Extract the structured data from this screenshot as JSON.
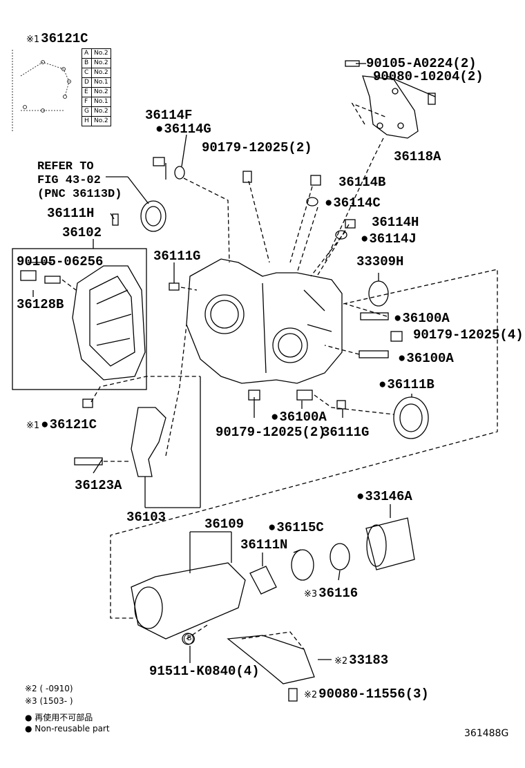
{
  "figure_code": "361488G",
  "bolt_table_title": "36121C",
  "bolt_table_marker": "※1",
  "bolt_table": [
    [
      "A",
      "No.2"
    ],
    [
      "B",
      "No.2"
    ],
    [
      "C",
      "No.2"
    ],
    [
      "D",
      "No.1"
    ],
    [
      "E",
      "No.2"
    ],
    [
      "F",
      "No.1"
    ],
    [
      "G",
      "No.2"
    ],
    [
      "H",
      "No.2"
    ]
  ],
  "refer": [
    "REFER TO",
    "FIG 43-02",
    "(PNC 36113D)"
  ],
  "parts": {
    "p90105a": "90105-A0224(2)",
    "p90080_10204": "90080-10204(2)",
    "p36118a": "36118A",
    "p36114f": "36114F",
    "p36114g": "36114G",
    "p90179_top": "90179-12025(2)",
    "p36114b": "36114B",
    "p36114c": "36114C",
    "p36114h": "36114H",
    "p36114j": "36114J",
    "p36111h": "36111H",
    "p36102": "36102",
    "p90105_06256": "90105-06256",
    "p36128b": "36128B",
    "p36111g_top": "36111G",
    "p33309h": "33309H",
    "p36100a_1": "36100A",
    "p90179_4": "90179-12025(4)",
    "p36100a_2": "36100A",
    "p36111b": "36111B",
    "p36121c": "36121C",
    "p36100a_3": "36100A",
    "p90179_bot": "90179-12025(2)",
    "p36111g_bot": "36111G",
    "p36123a": "36123A",
    "p36103": "36103",
    "p33146a": "33146A",
    "p36109": "36109",
    "p36115c": "36115C",
    "p36111n": "36111N",
    "p36116": "36116",
    "p33183": "33183",
    "p91511": "91511-K0840(4)",
    "p90080_11556": "90080-11556(3)"
  },
  "markers": {
    "m1": "※1",
    "m2": "※2",
    "m3": "※3",
    "b": "B"
  },
  "notes": {
    "n2": "※2 (      -0910)",
    "n3": "※3 (1503-      )",
    "jp": "● 再使用不可部品",
    "en": "● Non-reusable part"
  }
}
